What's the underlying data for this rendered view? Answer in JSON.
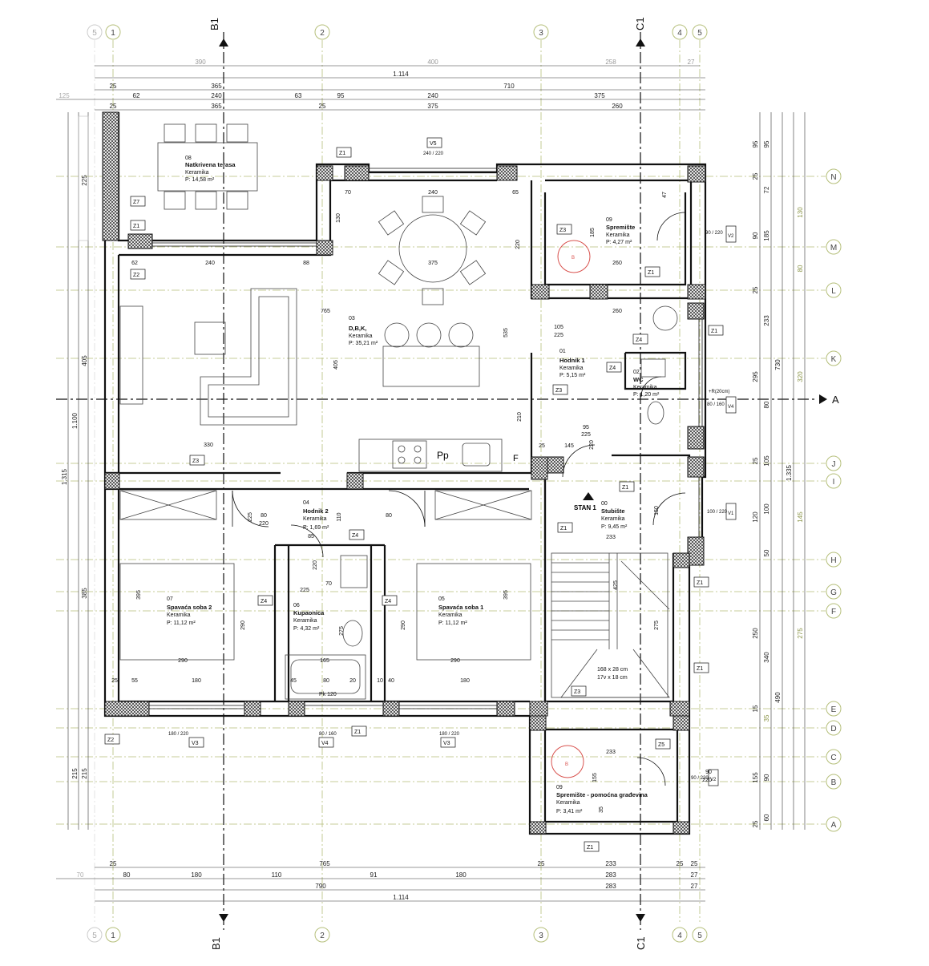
{
  "colors": {
    "wall": "#111111",
    "grid": "#b5bf7a",
    "dim": "#222222",
    "hatch": "#333333",
    "marker": "#d9534f"
  },
  "grid": {
    "top": [
      "5",
      "1",
      "2",
      "3",
      "4",
      "5"
    ],
    "bottom": [
      "5",
      "1",
      "2",
      "3",
      "4",
      "5"
    ],
    "right": [
      "N",
      "M",
      "L",
      "K",
      "J",
      "I",
      "H",
      "G",
      "F",
      "E",
      "D",
      "C",
      "B",
      "A"
    ],
    "sections": {
      "b1": "B1",
      "c1": "C1",
      "a": "A"
    }
  },
  "dims": {
    "top1": [
      "390",
      "400",
      "258",
      "27"
    ],
    "top2": "1.114",
    "top3": [
      "25",
      "365",
      "710"
    ],
    "top4": [
      "125",
      "62",
      "240",
      "63",
      "95",
      "240",
      "375"
    ],
    "top5": [
      "25",
      "365",
      "25",
      "375",
      "260"
    ],
    "bottom1": [
      "25",
      "765",
      "25",
      "233",
      "25",
      "25"
    ],
    "bottom2": [
      "70",
      "80",
      "180",
      "110",
      "91",
      "180",
      "283",
      "27"
    ],
    "bottom3": [
      "790",
      "283",
      "27"
    ],
    "bottom4": "1.114",
    "left": [
      "225",
      "405",
      "1.100",
      "1.315",
      "385",
      "215",
      "215"
    ],
    "right_outer": [
      "1.335",
      "730",
      "320",
      "145",
      "490",
      "275",
      "130",
      "80"
    ],
    "right_inner": [
      "95",
      "95",
      "25",
      "72",
      "130",
      "90",
      "185",
      "25",
      "233",
      "295",
      "80",
      "25",
      "105",
      "120",
      "100",
      "50",
      "250",
      "340",
      "15",
      "35",
      "155",
      "90",
      "25",
      "60"
    ]
  },
  "rooms": [
    {
      "num": "08",
      "name": "Natkrivena terasa",
      "finish": "Keramika",
      "area": "P: 14,58 m²"
    },
    {
      "num": "03",
      "name": "D,B,K,",
      "finish": "Keramika",
      "area": "P: 35,21 m²"
    },
    {
      "num": "09",
      "name": "Spremište",
      "finish": "Keramika",
      "area": "P: 4,27 m²"
    },
    {
      "num": "01",
      "name": "Hodnik 1",
      "finish": "Keramika",
      "area": "P: 5,15 m²"
    },
    {
      "num": "02",
      "name": "WC",
      "finish": "Keramika",
      "area": "P: 1,20 m²"
    },
    {
      "num": "04",
      "name": "Hodnik 2",
      "finish": "Keramika",
      "area": "P: 1,69 m²"
    },
    {
      "num": "07",
      "name": "Spavaća soba 2",
      "finish": "Keramika",
      "area": "P: 11,12 m²"
    },
    {
      "num": "06",
      "name": "Kupaonica",
      "finish": "Keramika",
      "area": "P: 4,32 m²"
    },
    {
      "num": "05",
      "name": "Spavaća soba 1",
      "finish": "Keramika",
      "area": "P: 11,12 m²"
    },
    {
      "num": "00",
      "name": "Stubište",
      "finish": "Keramika",
      "area": "P: 9,45 m²"
    },
    {
      "num": "09",
      "name": "Spremište - pomoćna građevina",
      "finish": "Keramika",
      "area": "P: 3,41 m²"
    }
  ],
  "labels": {
    "stan": "STAN 1",
    "pp": "Pp",
    "f": "F",
    "stair_note1": "168 x 28 cm",
    "stair_note2": "17v x 18 cm",
    "pk": "Pk 120",
    "marker_b": "B",
    "r20": "+R(20cm)"
  },
  "tags": [
    "Z1",
    "Z1",
    "Z1",
    "Z1",
    "Z1",
    "Z1",
    "Z1",
    "Z1",
    "Z1",
    "Z1",
    "Z2",
    "Z2",
    "Z3",
    "Z3",
    "Z3",
    "Z3",
    "Z4",
    "Z4",
    "Z4",
    "Z4",
    "Z4",
    "Z5",
    "Z7"
  ],
  "windows": {
    "v5": "V5",
    "v5_dims": "240 / 220",
    "v2": "V2",
    "v2_dims": "90 / 220",
    "v4": "V4",
    "v4_dims": "80 / 160",
    "v1": "V1",
    "v1_dims": "100 / 220",
    "v3a": "V3",
    "v3a_dims": "180 / 220",
    "v4b": "V4",
    "v4b_dims": "80 / 160",
    "v3b": "V3",
    "v3b_dims": "180 / 220",
    "v2b": "V2",
    "v2b_dims": "90 / 220"
  },
  "inner_dims": {
    "living": [
      "62",
      "240",
      "88",
      "765",
      "330",
      "405",
      "535",
      "220"
    ],
    "dining": [
      "70",
      "240",
      "65",
      "375",
      "130"
    ],
    "store": [
      "260",
      "185",
      "47",
      "260"
    ],
    "hall": [
      "105",
      "225",
      "95",
      "225",
      "145",
      "220",
      "25",
      "210"
    ],
    "bed2": [
      "290",
      "395",
      "180",
      "290",
      "55",
      "25"
    ],
    "bath": [
      "70",
      "220",
      "225",
      "165",
      "275",
      "45",
      "80",
      "20"
    ],
    "bed1": [
      "290",
      "395",
      "180",
      "290",
      "10",
      "40"
    ],
    "stairs": [
      "233",
      "150",
      "425",
      "275",
      "100",
      "100"
    ],
    "hall2": [
      "80",
      "225",
      "220",
      "80",
      "110",
      "85"
    ],
    "store2": [
      "233",
      "155",
      "35",
      "90",
      "220"
    ]
  }
}
